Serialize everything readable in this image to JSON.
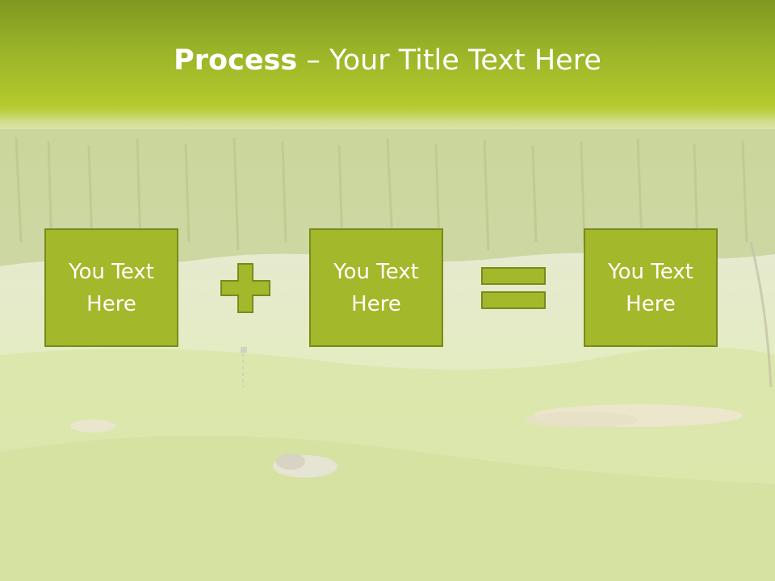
{
  "slide": {
    "title_bold": "Process",
    "title_rest": " – Your Title Text Here",
    "boxes": [
      {
        "text": "You Text Here"
      },
      {
        "text": "You Text Here"
      },
      {
        "text": "You Text Here"
      }
    ],
    "operators": [
      "plus-icon",
      "equals-icon"
    ],
    "colors": {
      "header": "#98b328",
      "box_fill": "#a3b82a",
      "box_border": "#7a8a1c",
      "text": "#ffffff"
    }
  }
}
